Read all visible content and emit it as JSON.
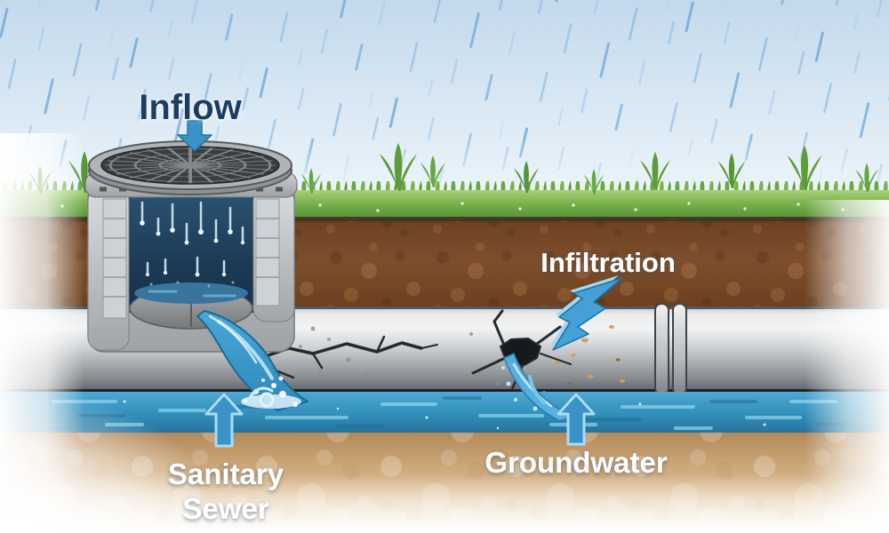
{
  "illustration": {
    "labels": {
      "inflow": "Inflow",
      "infiltration": "Infiltration",
      "groundwater": "Groundwater",
      "sanitary_sewer": {
        "line1": "Sanitary",
        "line2": "Sewer"
      }
    },
    "colors": {
      "inflow_text": "#1d3e63",
      "light_text": "#ffffff",
      "arrow_blue": "#3a92c8",
      "arrow_outline_light": "#aaddf2",
      "sky": "#d9e8f4",
      "rain_streak": "#7fb0dc",
      "grass": "#76b047",
      "topsoil": "#7d4e2b",
      "pipe_light": "#f2f3f4",
      "pipe_dark": "#5b5f63",
      "chamber_water": "#1c3a54",
      "sewer_water": "#2f88b5",
      "groundwater_leak": "#58b2e1",
      "sand": "#caa476"
    },
    "scene_elements": [
      "rainfall",
      "grass-surface",
      "topsoil-cross-section",
      "storm-drain-inlet",
      "drain-grate",
      "sewer-pipe",
      "pipe-joint",
      "pipe-cracks",
      "infiltration-hole",
      "inflow-water-stream",
      "groundwater-leak-stream",
      "sanitary-sewer-water",
      "sand-layer"
    ]
  }
}
